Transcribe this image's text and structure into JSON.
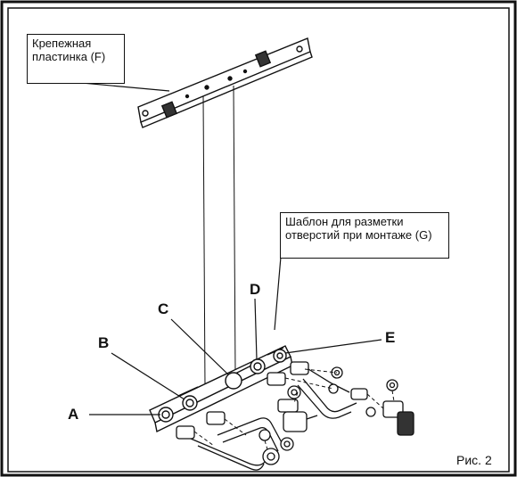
{
  "labels": {
    "plate_callout": "Крепежная пластинка (F)",
    "template_callout": "Шаблон для разметки отверстий при монтаже (G)",
    "letters": [
      "A",
      "B",
      "C",
      "D",
      "E"
    ],
    "figure_caption": "Рис. 2"
  },
  "colors": {
    "line": "#111111",
    "background": "#ffffff"
  }
}
